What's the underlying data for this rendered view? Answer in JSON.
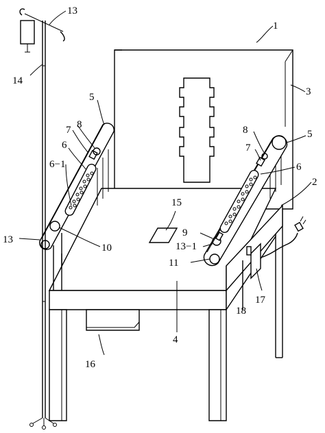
{
  "figure": {
    "background": "#ffffff",
    "stroke_color": "#000000",
    "labels": {
      "l1": "1",
      "l2": "2",
      "l3": "3",
      "l4": "4",
      "l5_left": "5",
      "l5_right": "5",
      "l6_left": "6",
      "l6_right": "6",
      "l6_1": "6−1",
      "l7_left": "7",
      "l7_right": "7",
      "l8_left": "8",
      "l8_right": "8",
      "l9": "9",
      "l10": "10",
      "l11": "11",
      "l13_top": "13",
      "l13_left": "13",
      "l13_1": "13−1",
      "l14": "14",
      "l15": "15",
      "l16": "16",
      "l17": "17",
      "l18": "18"
    }
  }
}
